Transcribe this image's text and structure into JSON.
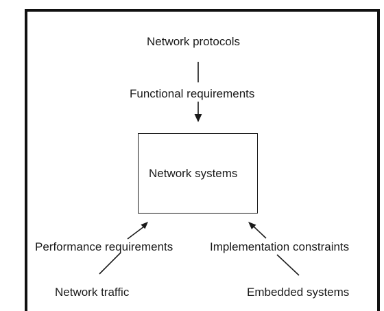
{
  "diagram": {
    "top_label": "Network protocols",
    "functional_label": "Functional requirements",
    "center_label": "Network systems",
    "left_mid_label": "Performance requirements",
    "right_mid_label": "Implementation constraints",
    "left_bottom_label": "Network traffic",
    "right_bottom_label": "Embedded systems"
  }
}
